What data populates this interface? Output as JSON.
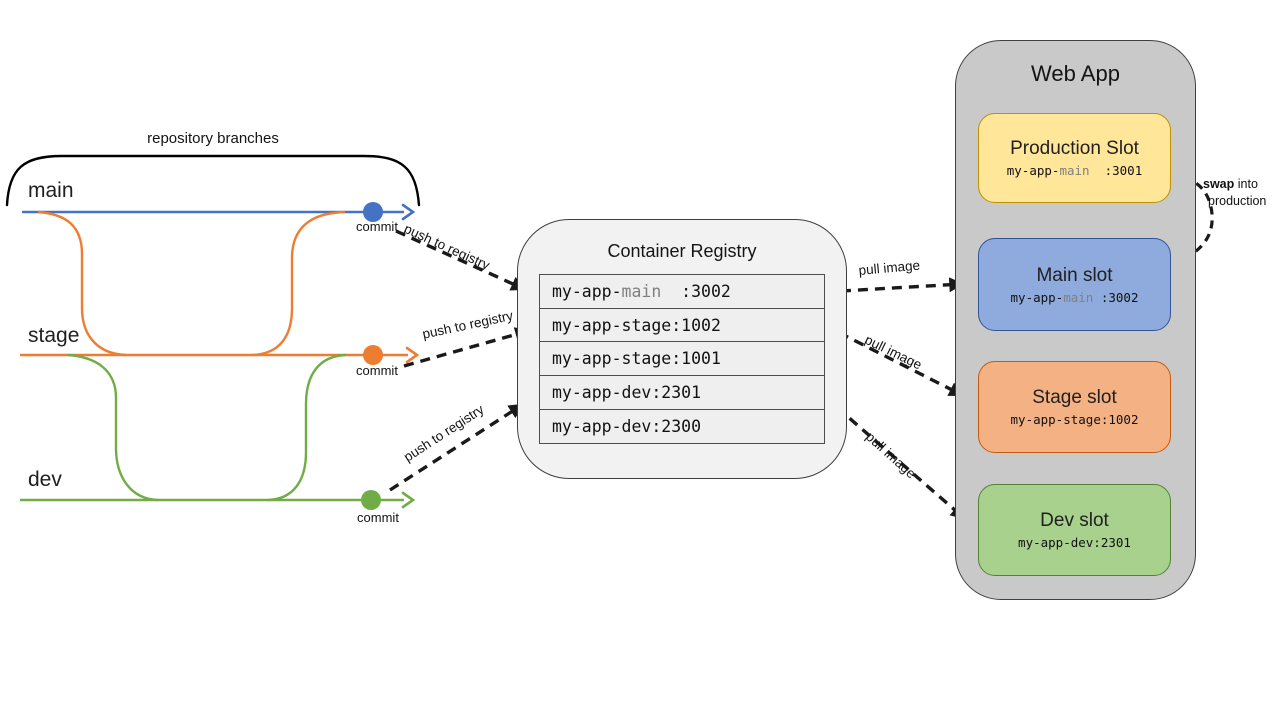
{
  "branches_section": {
    "label": "repository branches",
    "branches": [
      {
        "name": "main",
        "color": "#4472C4",
        "commit_label": "commit"
      },
      {
        "name": "stage",
        "color": "#ED7D31",
        "commit_label": "commit"
      },
      {
        "name": "dev",
        "color": "#70AD47",
        "commit_label": "commit"
      }
    ]
  },
  "push_arrows": [
    {
      "label": "push to registry"
    },
    {
      "label": "push to registry"
    },
    {
      "label": "push to registry"
    }
  ],
  "pull_arrows": [
    {
      "label": "pull image"
    },
    {
      "label": "pull image"
    },
    {
      "label": "pull image"
    }
  ],
  "registry": {
    "title": "Container Registry",
    "rows": [
      {
        "p1": "my-app-",
        "p2": "main",
        "p3": "  :3002"
      },
      {
        "p1": "my-app-stage:1002",
        "p2": "",
        "p3": ""
      },
      {
        "p1": "my-app-stage:1001",
        "p2": "",
        "p3": ""
      },
      {
        "p1": "my-app-dev:2301",
        "p2": "",
        "p3": ""
      },
      {
        "p1": "my-app-dev:2300",
        "p2": "",
        "p3": ""
      }
    ]
  },
  "webapp": {
    "title": "Web App",
    "slots": [
      {
        "title": "Production Slot",
        "p1": "my-app-",
        "p2": "main",
        "p3": "  :3001",
        "fill": "#FFE699",
        "border": "#BF9000"
      },
      {
        "title": "Main slot",
        "p1": "my-app-",
        "p2": "main",
        "p3": " :3002",
        "fill": "#8FAADC",
        "border": "#2F5597"
      },
      {
        "title": "Stage slot",
        "p1": "my-app-stage:1002",
        "p2": "",
        "p3": "",
        "fill": "#F4B183",
        "border": "#C55A11"
      },
      {
        "title": "Dev slot",
        "p1": "my-app-dev:2301",
        "p2": "",
        "p3": "",
        "fill": "#A9D18E",
        "border": "#538135"
      }
    ]
  },
  "swap_note": {
    "bold": "swap",
    "rest": " into",
    "line2": "production"
  },
  "colors": {
    "arrow": "#1a1a1a",
    "brace": "#000000",
    "registry_fill": "#F2F2F2",
    "registry_row_fill": "#EFEFEF",
    "webapp_fill": "#C9C9C9",
    "code_dim": "#808080"
  }
}
